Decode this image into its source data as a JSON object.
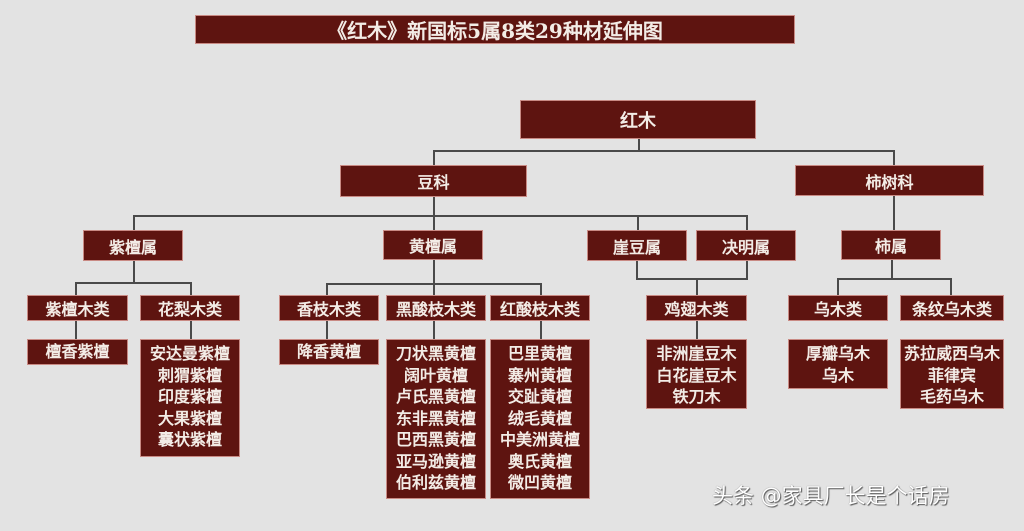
{
  "title": "《红木》新国标5属8类29种材延伸图",
  "root": "红木",
  "families": {
    "douke": "豆科",
    "shishuke": "柿树科"
  },
  "genera": {
    "zitan": "紫檀属",
    "huangtan": "黄檀属",
    "yadou": "崖豆属",
    "jueming": "决明属",
    "shi": "柿属"
  },
  "classes": {
    "zitanmu": "紫檀木类",
    "hualimu": "花梨木类",
    "xiangzhimu": "香枝木类",
    "heisuanzhimu": "黑酸枝木类",
    "hongsuanzhimu": "红酸枝木类",
    "jichimu": "鸡翅木类",
    "wumu": "乌木类",
    "tiaowenwumu": "条纹乌木类"
  },
  "species": {
    "zitanmu": [
      "檀香紫檀"
    ],
    "hualimu": [
      "安达曼紫檀",
      "刺猬紫檀",
      "印度紫檀",
      "大果紫檀",
      "囊状紫檀"
    ],
    "xiangzhimu": [
      "降香黄檀"
    ],
    "heisuanzhimu": [
      "刀状黑黄檀",
      "阔叶黄檀",
      "卢氏黑黄檀",
      "东非黑黄檀",
      "巴西黑黄檀",
      "亚马逊黄檀",
      "伯利兹黄檀"
    ],
    "hongsuanzhimu": [
      "巴里黄檀",
      "寨州黄檀",
      "交趾黄檀",
      "绒毛黄檀",
      "中美洲黄檀",
      "奥氏黄檀",
      "微凹黄檀"
    ],
    "jichimu": [
      "非洲崖豆木",
      "白花崖豆木",
      "铁刀木"
    ],
    "wumu": [
      "厚瓣乌木",
      "乌木"
    ],
    "tiaowenwumu": [
      "苏拉威西乌木",
      "菲律宾",
      "毛药乌木"
    ]
  },
  "watermark": "头条 @家具厂长是个话房",
  "colors": {
    "box_fill": "#5e1410",
    "box_text": "#f3ece6",
    "background": "#e3e3e3",
    "connector": "#4a4a4a"
  }
}
